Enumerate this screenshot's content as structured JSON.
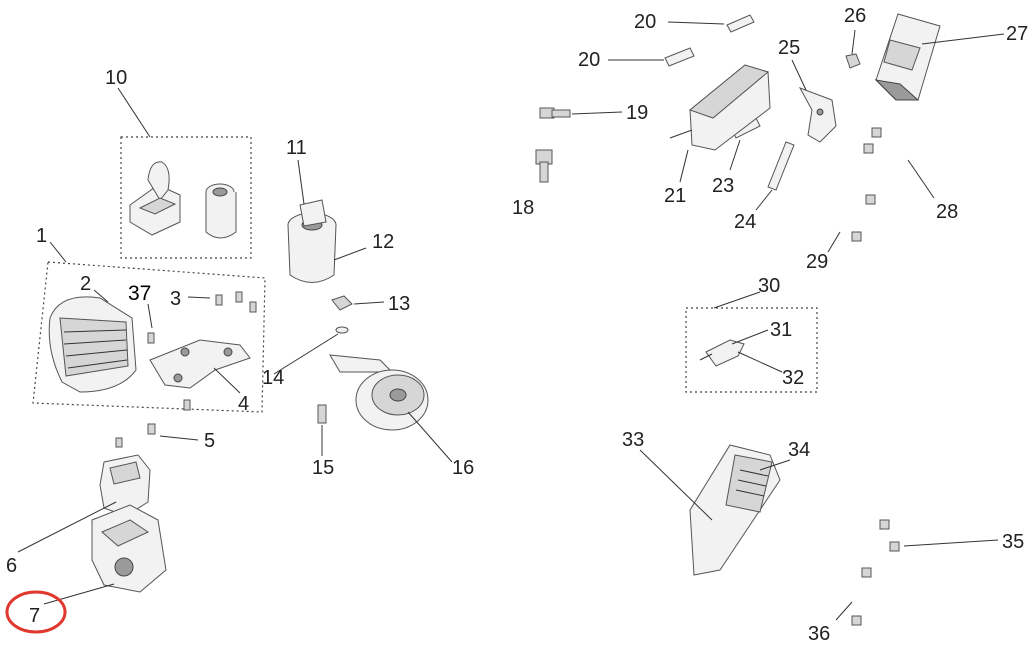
{
  "diagram": {
    "labels": {
      "l1": "1",
      "l2": "2",
      "l3": "3",
      "l4": "4",
      "l5": "5",
      "l6": "6",
      "l7": "7",
      "l10": "10",
      "l11": "11",
      "l12": "12",
      "l13": "13",
      "l14": "14",
      "l15": "15",
      "l16": "16",
      "l18": "18",
      "l19": "19",
      "l20a": "20",
      "l20b": "20",
      "l21": "21",
      "l23": "23",
      "l24": "24",
      "l25": "25",
      "l26": "26",
      "l27": "27",
      "l28": "28",
      "l29": "29",
      "l30": "30",
      "l31": "31",
      "l32": "32",
      "l33": "33",
      "l34": "34",
      "l35": "35",
      "l36": "36",
      "l37": "37"
    },
    "highlight_color": "#e0382e",
    "highlighted_part": "7"
  }
}
